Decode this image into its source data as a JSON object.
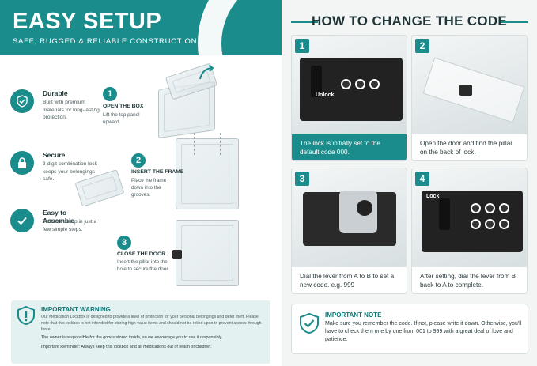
{
  "left": {
    "title": "EASY SETUP",
    "subtitle": "SAFE, RUGGED & RELIABLE CONSTRUCTION",
    "features": [
      {
        "title": "Durable",
        "desc": "Built with premium materials for long-lasting protection.",
        "icon": "shield-check-icon"
      },
      {
        "title": "Secure",
        "desc": "3-digit combination lock keeps your belongings safe.",
        "icon": "padlock-icon"
      },
      {
        "title": "Easy to Assemble",
        "desc": "Tool-free setup in just a few simple steps.",
        "icon": "checkmark-icon"
      }
    ],
    "steps": [
      {
        "num": "1",
        "title": "OPEN THE BOX",
        "desc": "Lift the top panel upward."
      },
      {
        "num": "2",
        "title": "INSERT THE FRAME",
        "desc": "Place the frame down into the grooves."
      },
      {
        "num": "3",
        "title": "CLOSE THE DOOR",
        "desc": "Insert the pillar into the hole to secure the door."
      }
    ],
    "warning": {
      "title": "IMPORTANT WARNING",
      "body": "Our Medication Lockbox is designed to provide a level of protection for your personal belongings and deter theft. Please note that this lockbox is not intended for storing high-value items and should not be relied upon to prevent access through force.",
      "owner": "The owner is responsible for the goods stored inside, so we encourage you to use it responsibly.",
      "reminder": "Important Reminder: Always keep this lockbox and all medications out of reach of children."
    }
  },
  "right": {
    "title": "HOW TO CHANGE THE CODE",
    "cards": [
      {
        "num": "1",
        "caption": "The lock is initially set to the default code 000.",
        "label": "Unlock"
      },
      {
        "num": "2",
        "caption": "Open the door and find the pillar on the back of lock."
      },
      {
        "num": "3",
        "caption": "Dial the lever from A to B to set a new code. e.g. 999"
      },
      {
        "num": "4",
        "caption": "After setting, dial the lever from B back to A to complete.",
        "label": "Lock"
      }
    ],
    "note": {
      "title": "IMPORTANT NOTE",
      "body": "Make sure you remember the code. If not, please write it down. Otherwise, you'll have to check them one by one from 001 to 999 with a great deal of love and patience."
    }
  },
  "colors": {
    "teal": "#1a8c8c",
    "teal_dark": "#137676",
    "teal_light": "#e3f1f1"
  }
}
